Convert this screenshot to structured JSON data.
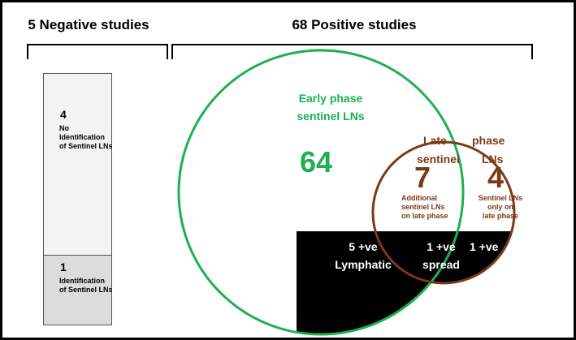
{
  "headers": {
    "negative": "5 Negative studies",
    "positive": "68 Positive studies"
  },
  "negative_bar": {
    "top": {
      "count": "4",
      "text_line1": "No Identification",
      "text_line2": "of Sentinel LNs"
    },
    "bottom": {
      "count": "1",
      "text_line1": "Identification",
      "text_line2": "of Sentinel  LNs"
    }
  },
  "early_phase": {
    "label_line1": "Early phase",
    "label_line2": "sentinel LNs",
    "count": "64"
  },
  "late_phase": {
    "title_left": "Late",
    "title_left2": "sentinel",
    "title_right": "phase",
    "title_right2": "LNs",
    "additional_count": "7",
    "additional_line1": "Additional",
    "additional_line2": "sentinel LNs",
    "additional_line3": "on late phase",
    "only_count": "4",
    "only_line1": "Sentinel LNs",
    "only_line2": "only on",
    "only_line3": "late phase"
  },
  "spread": {
    "a_line1": "5 +ve",
    "a_line2": "Lymphatic",
    "b_line1": "1 +ve",
    "b_line2": "spread",
    "c_line1": "1 +ve"
  },
  "colors": {
    "early": "#1db050",
    "late": "#7a3a17",
    "spread": "#000000"
  }
}
